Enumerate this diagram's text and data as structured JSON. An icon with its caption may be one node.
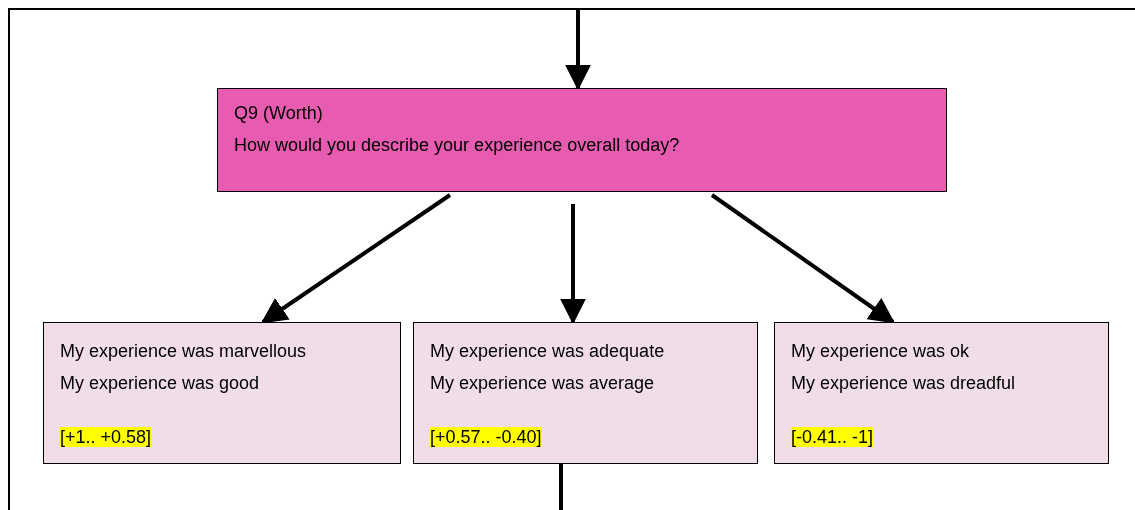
{
  "diagram": {
    "nodes": [
      {
        "text": [
          "Q9 (Worth)",
          "How would you describe your experience overall today?"
        ]
      },
      {
        "text": [
          "My experience was marvellous",
          "My experience was good",
          "[+1.. +0.58]"
        ]
      },
      {
        "text": [
          "My experience was adequate",
          "My experience was average",
          "[+0.57.. -0.40]"
        ]
      },
      {
        "text": [
          "My experience was ok",
          "My experience was dreadful",
          "[-0.41.. -1]"
        ]
      }
    ],
    "edges": [
      {
        "from": null,
        "to": 0,
        "arrow": "to"
      },
      {
        "from": 0,
        "to": 1,
        "arrow": "to"
      },
      {
        "from": 0,
        "to": 2,
        "arrow": "to"
      },
      {
        "from": 0,
        "to": 3,
        "arrow": "to"
      },
      {
        "from": 2,
        "to": null,
        "arrow": "none"
      }
    ]
  }
}
